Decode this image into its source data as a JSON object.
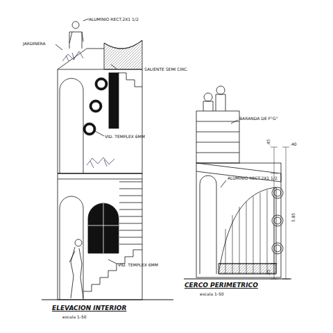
{
  "diagram": {
    "labels": [
      "ALUMINIO RECT.2X1 1/2",
      "JARDINERA",
      "SALIENTE SEMI CIRC.",
      "VID. TEMPLEX 6MM",
      "VID. TEMPLEX 6MM",
      "ELEVACION INTERIOR",
      "escala 1-50",
      "BARANDA DE F°G°",
      "ALUMINIO RECT.2X1 1/2",
      "CERCO PERIMETRICO",
      "escala 1-50",
      ".45",
      "5.85",
      ".25",
      ".40"
    ]
  }
}
